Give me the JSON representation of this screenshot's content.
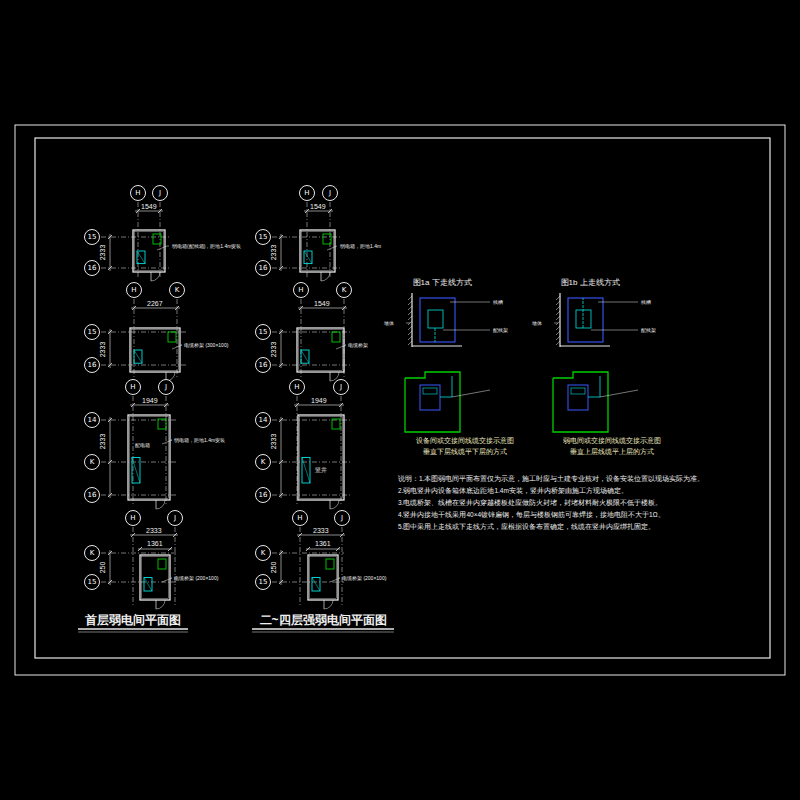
{
  "diagram": {
    "nodes": [
      {
        "text": [
          "H"
        ]
      },
      {
        "text": [
          "J"
        ]
      },
      {
        "text": [
          "15"
        ]
      },
      {
        "text": [
          "16"
        ]
      },
      {
        "text": [
          "H"
        ]
      },
      {
        "text": [
          "J"
        ]
      },
      {
        "text": [
          "15"
        ]
      },
      {
        "text": [
          "16"
        ]
      },
      {
        "text": [
          "H"
        ]
      },
      {
        "text": [
          "K"
        ]
      },
      {
        "text": [
          "15"
        ]
      },
      {
        "text": [
          "16"
        ]
      },
      {
        "text": [
          "H"
        ]
      },
      {
        "text": [
          "K"
        ]
      },
      {
        "text": [
          "15"
        ]
      },
      {
        "text": [
          "16"
        ]
      },
      {
        "text": [
          "H"
        ]
      },
      {
        "text": [
          "J"
        ]
      },
      {
        "text": [
          "14"
        ]
      },
      {
        "text": [
          "K"
        ]
      },
      {
        "text": [
          "16"
        ]
      },
      {
        "text": [
          "H"
        ]
      },
      {
        "text": [
          "J"
        ]
      },
      {
        "text": [
          "14"
        ]
      },
      {
        "text": [
          "K"
        ]
      },
      {
        "text": [
          "16"
        ]
      },
      {
        "text": [
          "H"
        ]
      },
      {
        "text": [
          "J"
        ]
      },
      {
        "text": [
          "K"
        ]
      },
      {
        "text": [
          "15"
        ]
      },
      {
        "text": [
          "H"
        ]
      },
      {
        "text": [
          "J"
        ]
      },
      {
        "text": [
          "K"
        ]
      },
      {
        "text": [
          "15"
        ]
      }
    ],
    "labels": [
      "1549",
      "2333",
      "1549",
      "2333",
      "2267",
      "2333",
      "1549",
      "2333",
      "1949",
      "2333",
      "1949",
      "2333",
      "2333",
      "1361",
      "250",
      "2333",
      "1361",
      "250",
      "首层弱电间平面图",
      "二~四层强弱电间平面图",
      "图1a 下走线方式",
      "图1b 上走线方式",
      "设备间或交接间线缆交接示意图",
      "垂直下层线缆平下层的方式",
      "弱电间或交接间线缆交接示意图",
      "垂直上层线缆平上层的方式",
      "说明：1.本图弱电间平面布置仅为示意，施工时应与土建专业核对，设备安装位置以现场实际为准。",
      "2.弱电竖井内设备箱体底边距地1.4m安装，竖井内桥架由施工方现场确定。",
      "3.电缆桥架、线槽在竖井内穿越楼板处应做防火封堵，封堵材料耐火极限不低于楼板。",
      "4.竖井内接地干线采用40×4镀锌扁钢，每层与楼板钢筋可靠焊接，接地电阻不大于1Ω。",
      "5.图中采用上走线或下走线方式，应根据设备布置确定，线缆在竖井内应绑扎固定。",
      "弱电箱(配线箱)，距地1.4m安装",
      "弱电箱，距地1.4m",
      "电缆桥架 (300×100)",
      "电缆桥架",
      "弱电箱，距地1.4m安装",
      "配电箱",
      "竖井",
      "电缆桥架 (200×100)",
      "电缆桥架 (200×100)",
      "墙体",
      "墙体",
      "线槽",
      "配线架",
      "线槽",
      "配线架"
    ]
  }
}
